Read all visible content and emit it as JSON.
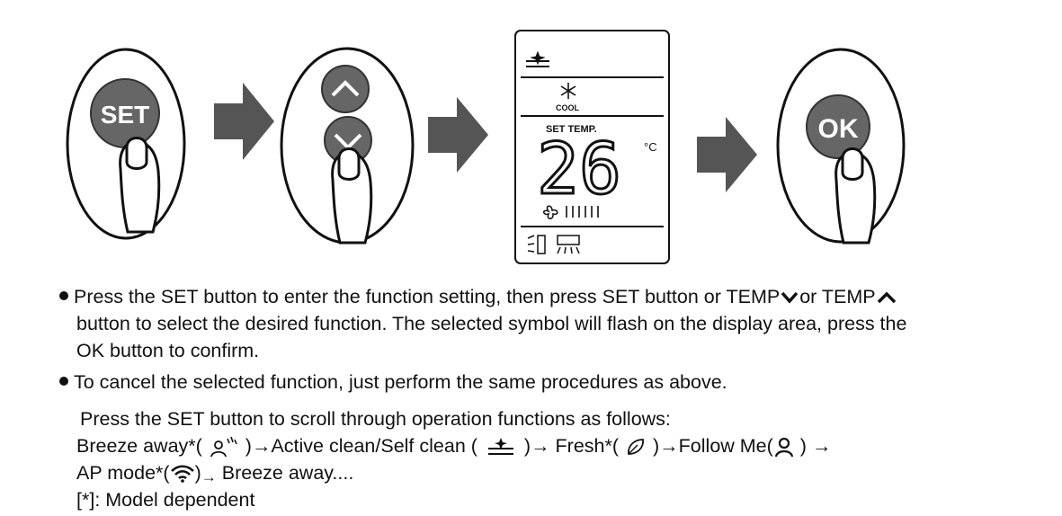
{
  "buttons": {
    "set_label": "SET",
    "ok_label": "OK"
  },
  "display": {
    "mode_label": "COOL",
    "set_temp_label": "SET TEMP.",
    "temperature": "26",
    "unit": "°C",
    "fan_bars": 6
  },
  "instructions": {
    "b1_part1": "Press the SET button to enter the function setting, then press SET button or TEMP",
    "b1_part2": "or TEMP",
    "b1_line2": "button to select the desired function. The selected symbol will flash on the display area, press the",
    "b1_line3": "OK button to confirm.",
    "b2": "To cancel the selected function, just perform the same procedures as above."
  },
  "sequence": {
    "intro": "Press the SET button to scroll through operation functions as follows:",
    "breeze_away": "Breeze away*(",
    "arrow1": "→Active clean/Self clean (",
    "arrow2": "→ Fresh*(",
    "arrow3": "→Follow Me(",
    "close_paren": ")",
    "arrow_end": "→",
    "ap_mode": "AP mode*(",
    "arrow4": "→",
    "breeze_end": "Breeze away....",
    "note": "[*]: Model dependent"
  },
  "icons": [
    "set-button-icon",
    "right-arrow-icon",
    "temp-up-icon",
    "temp-down-icon",
    "finger-press-icon",
    "active-clean-icon",
    "snowflake-icon",
    "fan-icon",
    "louver-icon",
    "ac-unit-icon",
    "ok-button-icon",
    "chevron-down-icon",
    "chevron-up-icon",
    "breeze-away-icon",
    "fresh-leaf-icon",
    "follow-me-person-icon",
    "wifi-icon"
  ]
}
